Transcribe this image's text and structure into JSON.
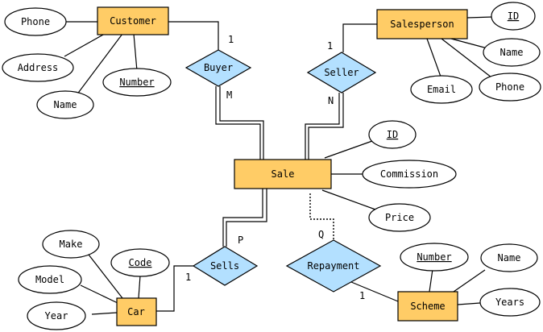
{
  "entities": {
    "customer": "Customer",
    "salesperson": "Salesperson",
    "sale": "Sale",
    "car": "Car",
    "scheme": "Scheme"
  },
  "relationships": {
    "buyer": "Buyer",
    "seller": "Seller",
    "sells": "Sells",
    "repayment": "Repayment"
  },
  "attributes": {
    "customer_phone": "Phone",
    "customer_address": "Address",
    "customer_name": "Name",
    "customer_number": "Number",
    "salesperson_id": "ID",
    "salesperson_name": "Name",
    "salesperson_email": "Email",
    "salesperson_phone": "Phone",
    "sale_id": "ID",
    "sale_commission": "Commission",
    "sale_price": "Price",
    "car_make": "Make",
    "car_code": "Code",
    "car_model": "Model",
    "car_year": "Year",
    "scheme_number": "Number",
    "scheme_name": "Name",
    "scheme_years": "Years"
  },
  "cardinalities": {
    "customer_buyer": "1",
    "buyer_sale": "M",
    "salesperson_seller": "1",
    "seller_sale": "N",
    "sale_sells": "P",
    "car_sells": "1",
    "sale_repayment": "Q",
    "repayment_scheme": "1"
  }
}
